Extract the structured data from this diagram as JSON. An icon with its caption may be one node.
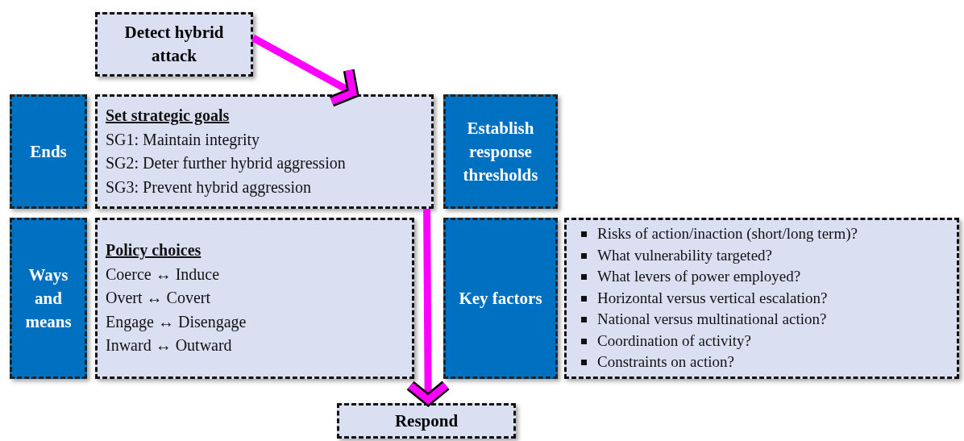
{
  "diagram": {
    "nodes": [
      {
        "text": [
          "Detect hybrid attack"
        ]
      },
      {
        "text": [
          "Ends"
        ]
      },
      {
        "text": [
          "Set strategic goals",
          "SG1: Maintain integrity",
          "SG2: Deter further hybrid aggression",
          "SG3: Prevent hybrid aggression"
        ]
      },
      {
        "text": [
          "Establish response thresholds"
        ]
      },
      {
        "text": [
          "Ways and means"
        ]
      },
      {
        "text": [
          "Policy choices",
          "Coerce ↔ Induce",
          "Overt ↔ Covert",
          "Engage ↔ Disengage",
          "Inward ↔ Outward"
        ]
      },
      {
        "text": [
          "Key factors"
        ]
      },
      {
        "text": [
          "Risks of action/inaction (short/long term)?",
          "What vulnerability targeted?",
          "What levers of power employed?",
          "Horizontal versus vertical escalation?",
          "National versus multinational action?",
          "Coordination of activity?",
          "Constraints on action?"
        ]
      },
      {
        "text": [
          "Respond"
        ]
      }
    ],
    "edges": [
      {
        "from": 0,
        "to": 2,
        "arrow": "to",
        "color": "#ff00ff"
      },
      {
        "from": 2,
        "to": 8,
        "arrow": "to",
        "color": "#ff00ff"
      }
    ]
  }
}
